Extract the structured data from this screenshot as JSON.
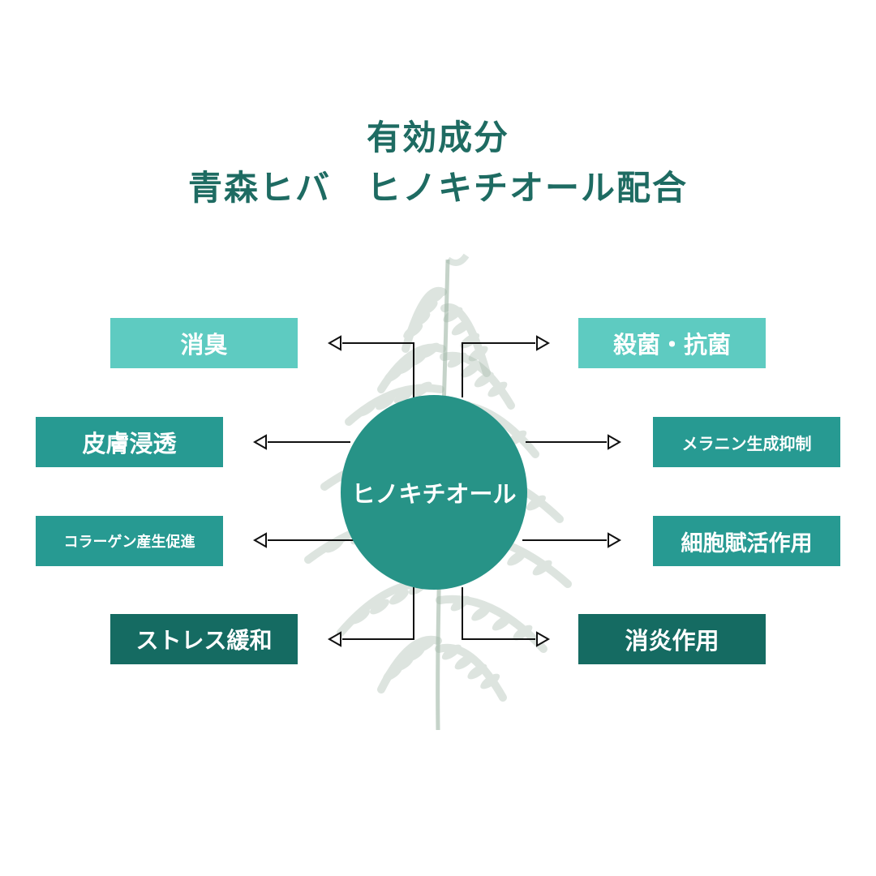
{
  "title": {
    "line1": "有効成分",
    "line2": "青森ヒバ　ヒノキチオール配合"
  },
  "center": {
    "label": "ヒノキチオール",
    "color": "#279387"
  },
  "colors": {
    "title": "#1e6b62",
    "light": "#5ecbc1",
    "medium": "#279a92",
    "dark": "#156b62",
    "arrow": "#111111",
    "leaf": "#9fb5a5"
  },
  "left_items": [
    {
      "label": "消臭",
      "tone": "light"
    },
    {
      "label": "皮膚浸透",
      "tone": "medium"
    },
    {
      "label": "コラーゲン産生促進",
      "tone": "medium"
    },
    {
      "label": "ストレス緩和",
      "tone": "dark"
    }
  ],
  "right_items": [
    {
      "label": "殺菌・抗菌",
      "tone": "light"
    },
    {
      "label": "メラニン生成抑制",
      "tone": "medium"
    },
    {
      "label": "細胞賦活作用",
      "tone": "medium"
    },
    {
      "label": "消炎作用",
      "tone": "dark"
    }
  ],
  "icons": {
    "background": "cypress-branch-icon",
    "arrowhead": "open-triangle-arrow-icon"
  }
}
